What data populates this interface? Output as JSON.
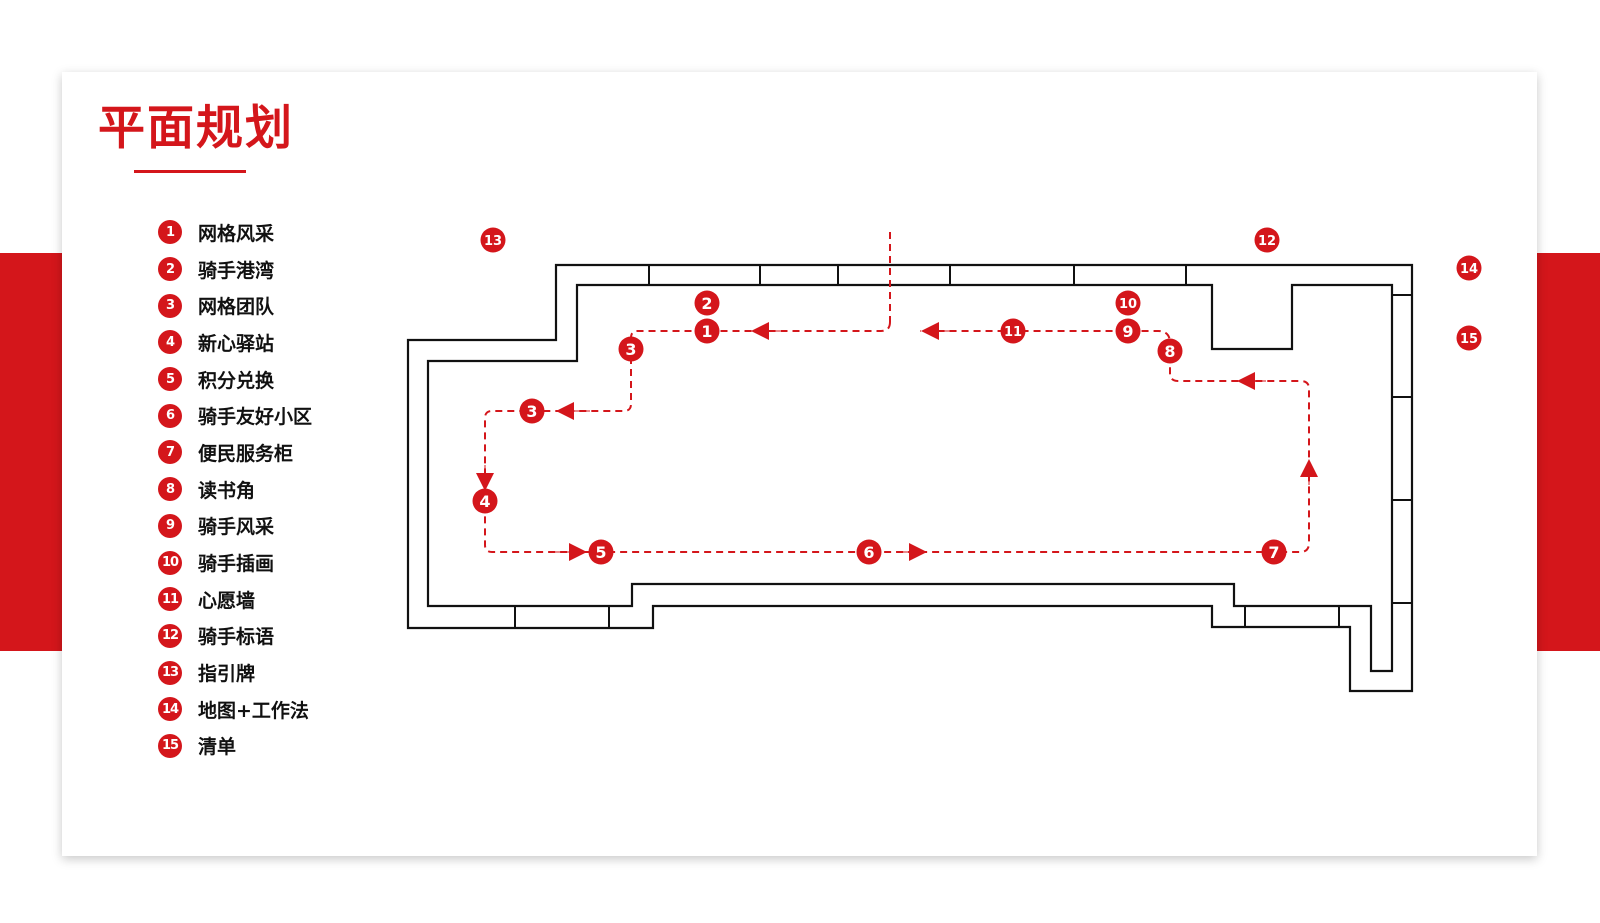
{
  "title": "平面规划",
  "colors": {
    "accent": "#d4161b",
    "wall": "#111111",
    "background": "#ffffff"
  },
  "legend": [
    {
      "num": "1",
      "label": "网格风采"
    },
    {
      "num": "2",
      "label": "骑手港湾"
    },
    {
      "num": "3",
      "label": "网格团队"
    },
    {
      "num": "4",
      "label": "新心驿站"
    },
    {
      "num": "5",
      "label": "积分兑换"
    },
    {
      "num": "6",
      "label": "骑手友好小区"
    },
    {
      "num": "7",
      "label": "便民服务柜"
    },
    {
      "num": "8",
      "label": "读书角"
    },
    {
      "num": "9",
      "label": "骑手风采"
    },
    {
      "num": "10",
      "label": "骑手插画"
    },
    {
      "num": "11",
      "label": "心愿墙"
    },
    {
      "num": "12",
      "label": "骑手标语"
    },
    {
      "num": "13",
      "label": "指引牌"
    },
    {
      "num": "14",
      "label": "地图+工作法"
    },
    {
      "num": "15",
      "label": "清单"
    }
  ],
  "plan_markers": [
    "13",
    "12",
    "14",
    "15",
    "2",
    "10",
    "1",
    "11",
    "9",
    "3",
    "8",
    "3",
    "4",
    "5",
    "6",
    "7"
  ]
}
